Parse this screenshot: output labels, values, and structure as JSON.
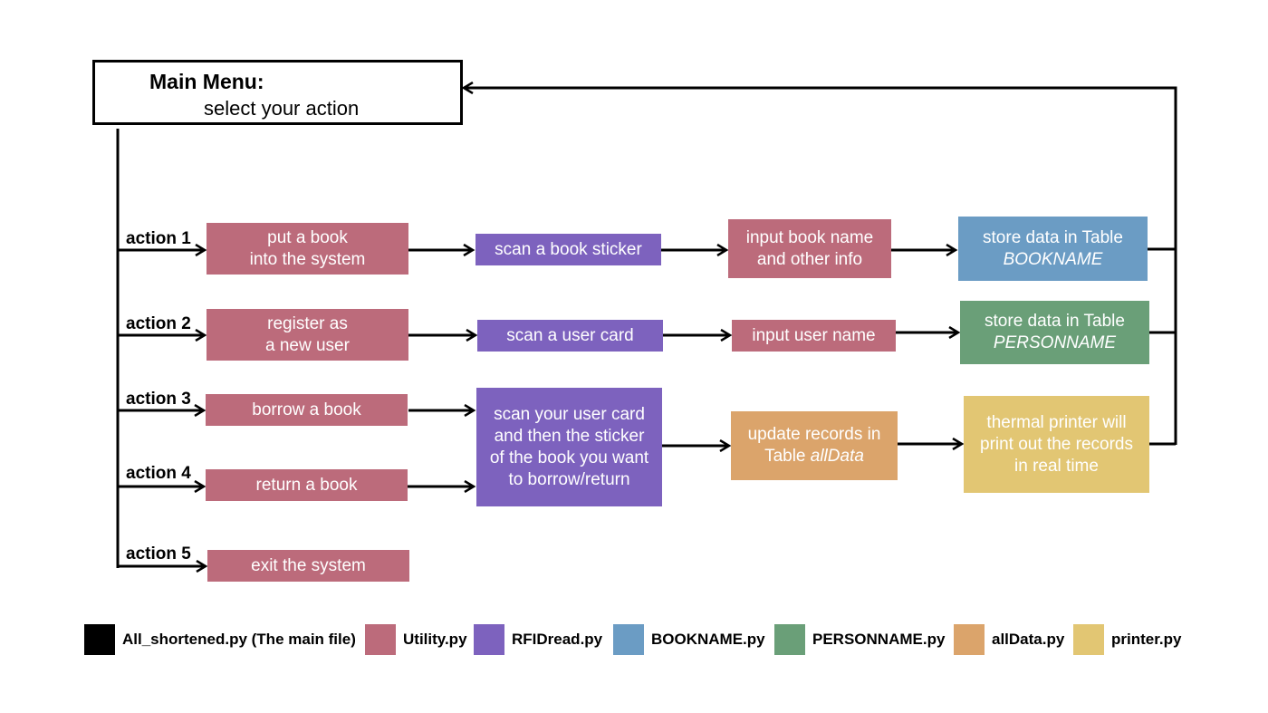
{
  "main_menu": {
    "title": "Main Menu:",
    "subtitle": "select your action"
  },
  "actions": [
    "action 1",
    "action 2",
    "action 3",
    "action 4",
    "action 5"
  ],
  "boxes": {
    "put_book": [
      "put a book",
      "into the system"
    ],
    "register_user": [
      "register as",
      "a new user"
    ],
    "borrow_book": "borrow a book",
    "return_book": "return a book",
    "exit_system": "exit the system",
    "scan_book_sticker": "scan a book sticker",
    "scan_user_card": "scan a user card",
    "scan_card_and_sticker": [
      "scan your user card",
      "and then the sticker",
      "of the book you want",
      "to borrow/return"
    ],
    "input_book_name": [
      "input book name",
      "and other info"
    ],
    "input_user_name": "input user name",
    "update_records": {
      "line1": "update records in",
      "prefix": "Table ",
      "table": "allData"
    },
    "store_bookname": {
      "line1": "store data in Table",
      "table": "BOOKNAME"
    },
    "store_personname": {
      "line1": "store data in Table",
      "table": "PERSONNAME"
    },
    "thermal_printer": [
      "thermal printer will",
      "print out the records",
      "in real time"
    ]
  },
  "legend": [
    {
      "label": "All_shortened.py (The main file)",
      "color": "#000000"
    },
    {
      "label": "Utility.py",
      "color": "#bc6b7b"
    },
    {
      "label": "RFIDread.py",
      "color": "#7d62be"
    },
    {
      "label": "BOOKNAME.py",
      "color": "#6b9cc4"
    },
    {
      "label": "PERSONNAME.py",
      "color": "#6a9f78"
    },
    {
      "label": "allData.py",
      "color": "#dba46b"
    },
    {
      "label": "printer.py",
      "color": "#e2c673"
    }
  ]
}
